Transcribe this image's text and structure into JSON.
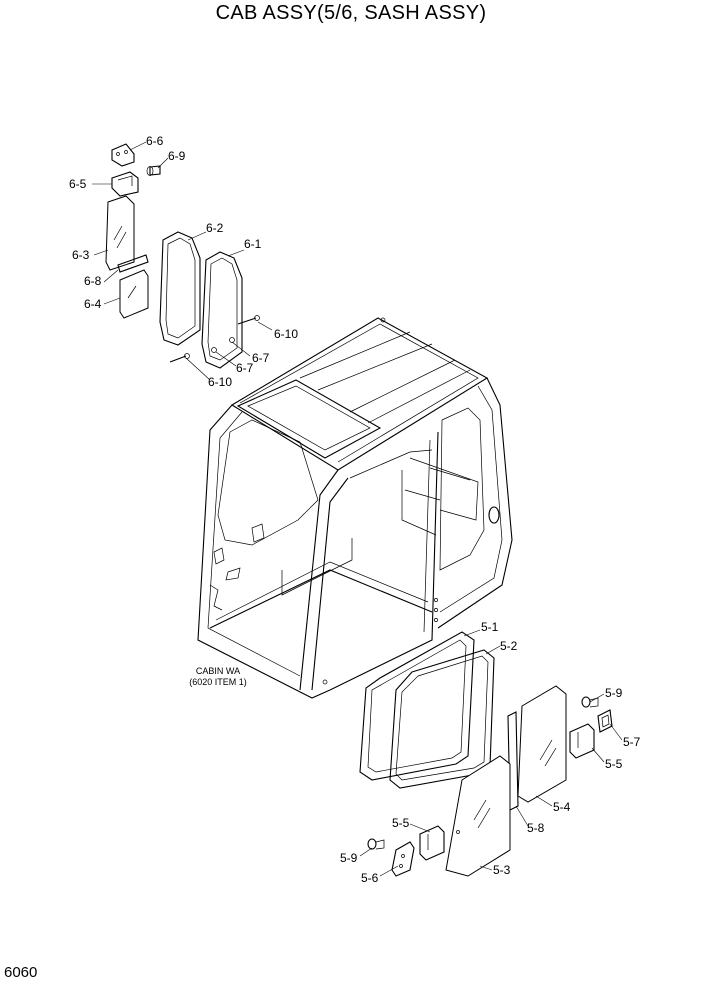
{
  "title": "CAB ASSY(5/6, SASH ASSY)",
  "page_number": "6060",
  "note": {
    "line1": "CABIN WA",
    "line2": "(6020 ITEM 1)"
  },
  "callouts": {
    "c6_6": "6-6",
    "c6_9": "6-9",
    "c6_5": "6-5",
    "c6_3": "6-3",
    "c6_8": "6-8",
    "c6_4": "6-4",
    "c6_2": "6-2",
    "c6_1": "6-1",
    "c6_10a": "6-10",
    "c6_7a": "6-7",
    "c6_7b": "6-7",
    "c6_10b": "6-10",
    "c5_1": "5-1",
    "c5_2": "5-2",
    "c5_9a": "5-9",
    "c5_7": "5-7",
    "c5_5a": "5-5",
    "c5_4": "5-4",
    "c5_8": "5-8",
    "c5_5b": "5-5",
    "c5_9b": "5-9",
    "c5_6": "5-6",
    "c5_3": "5-3"
  }
}
